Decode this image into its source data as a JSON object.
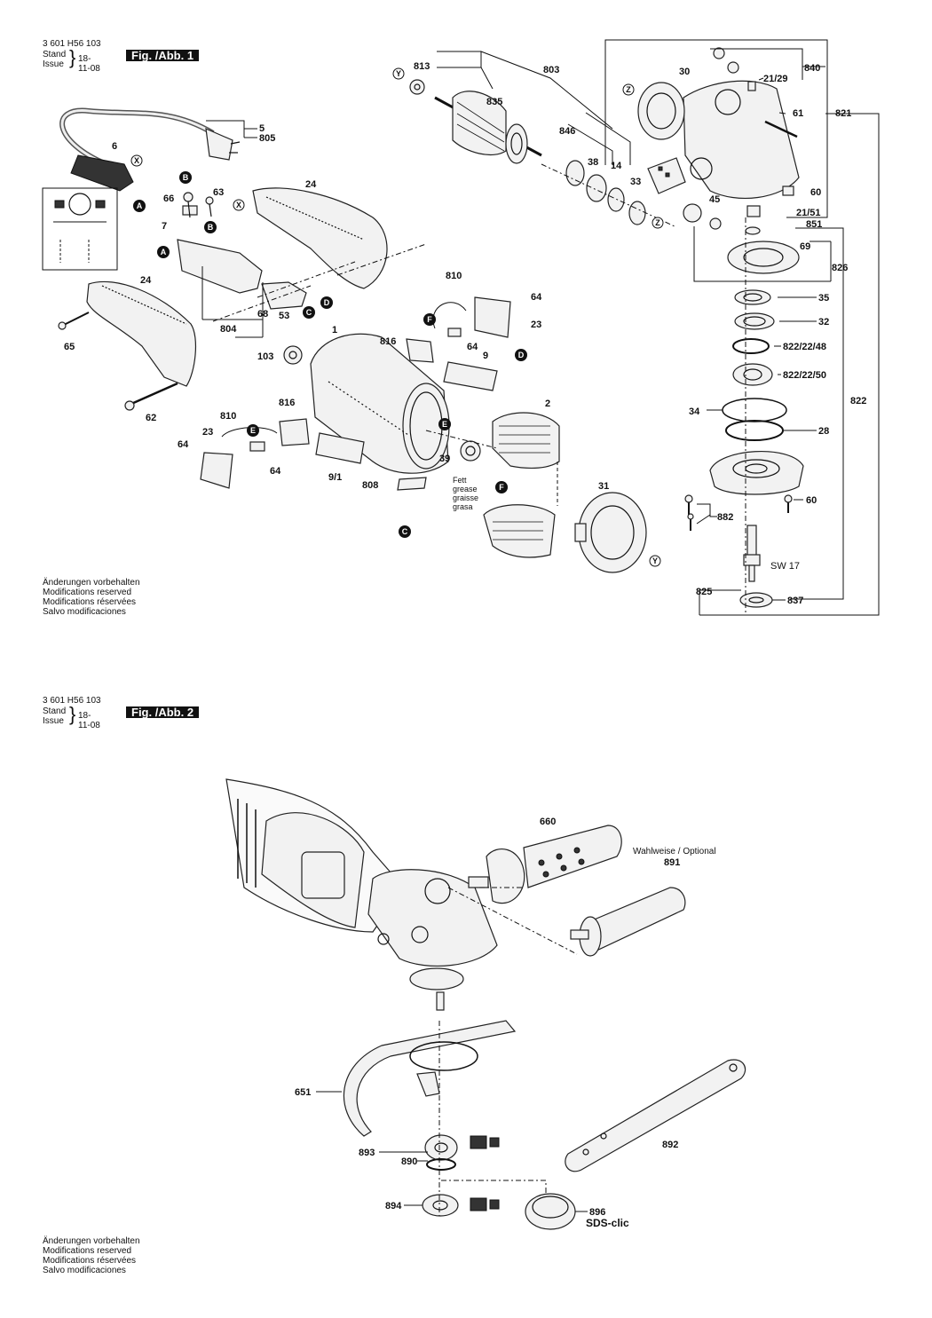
{
  "fig1": {
    "doc_no": "3 601 H56 103",
    "stand_issue": [
      "Stand",
      "Issue"
    ],
    "date": "18-11-08",
    "title": "Fig. /Abb. 1"
  },
  "fig2": {
    "doc_no": "3 601 H56 103",
    "stand_issue": [
      "Stand",
      "Issue"
    ],
    "date": "18-11-08",
    "title": "Fig. /Abb. 2"
  },
  "notes": [
    "Änderungen vorbehalten",
    "Modifications reserved",
    "Modifications réservées",
    "Salvo modificaciones"
  ],
  "grease_note": [
    "Fett",
    "grease",
    "graisse",
    "grasa"
  ],
  "optional_note": "Wahlweise / Optional",
  "brand_text": "SDS-clic",
  "markers": {
    "A": "A",
    "B": "B",
    "C": "C",
    "D": "D",
    "E": "E",
    "F": "F",
    "X": "X",
    "Y": "Y",
    "Z": "Z"
  },
  "labels": {
    "p813": "813",
    "p803": "803",
    "p835": "835",
    "p30": "30",
    "p840": "840",
    "p21_29": "21/29",
    "p61": "61",
    "p821": "821",
    "p846": "846",
    "p38": "38",
    "p14": "14",
    "p33": "33",
    "p45": "45",
    "p60a": "60",
    "p21_51": "21/51",
    "p851": "851",
    "p69": "69",
    "p826": "826",
    "p35": "35",
    "p32": "32",
    "p822_48": "822/22/48",
    "p822_50": "822/22/50",
    "p822": "822",
    "p34": "34",
    "p28": "28",
    "p60b": "60",
    "p882": "882",
    "sw17": "SW 17",
    "p825": "825",
    "p837": "837",
    "p5": "5",
    "p805": "805",
    "p6": "6",
    "p66": "66",
    "p63": "63",
    "p24a": "24",
    "p7": "7",
    "p24b": "24",
    "p65": "65",
    "p68": "68",
    "p53": "53",
    "p804": "804",
    "p62": "62",
    "p810a": "810",
    "p64a": "64",
    "p23a": "23",
    "p816a": "816",
    "p64b": "64",
    "p1": "1",
    "p103": "103",
    "p9": "9",
    "p816b": "816",
    "p810b": "810",
    "p23b": "23",
    "p64c": "64",
    "p64d": "64",
    "p9_1": "9/1",
    "p808": "808",
    "p39": "39",
    "p2": "2",
    "p31": "31",
    "p660": "660",
    "p891": "891",
    "p651": "651",
    "p892": "892",
    "p893": "893",
    "p890": "890",
    "p894": "894",
    "p896": "896"
  }
}
